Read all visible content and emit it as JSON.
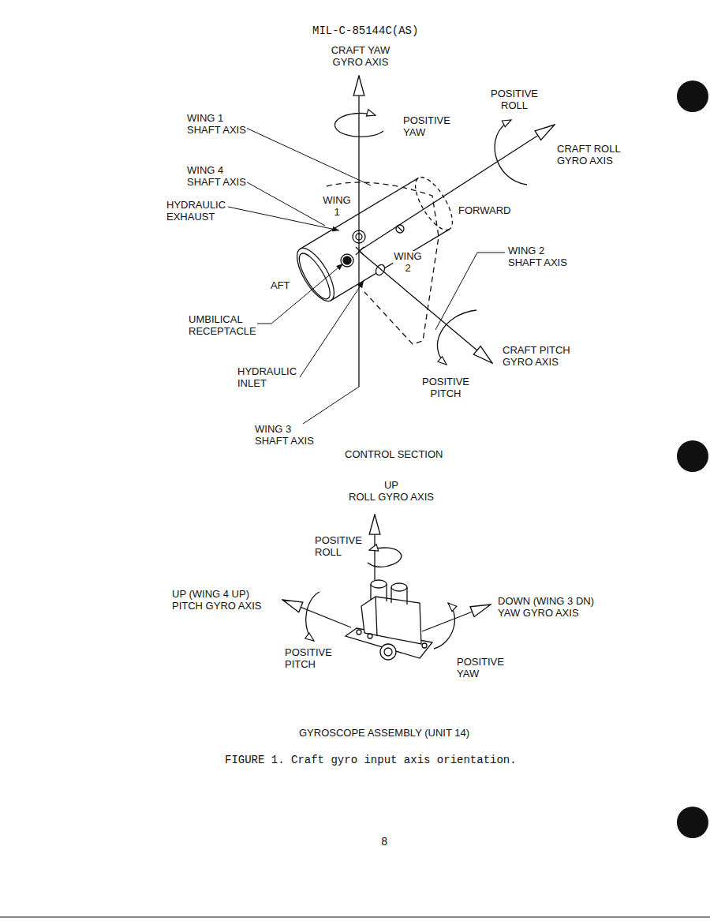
{
  "diagram": {
    "caption": "FIGURE 1. Craft gyro input axis orientation.",
    "labels": [
      "MIL-C-85144C(AS)",
      "CRAFT YAW GYRO AXIS",
      "POSITIVE YAW",
      "POSITIVE ROLL",
      "CRAFT ROLL GYRO AXIS",
      "WING 1 SHAFT AXIS",
      "WING 4 SHAFT AXIS",
      "HYDRAULIC EXHAUST",
      "WING 1",
      "FORWARD",
      "WING 2 SHAFT AXIS",
      "WING 2",
      "AFT",
      "UMBILICAL RECEPTACLE",
      "HYDRAULIC INLET",
      "CRAFT PITCH GYRO AXIS",
      "POSITIVE PITCH",
      "WING 3 SHAFT AXIS",
      "CONTROL SECTION",
      "UP ROLL GYRO AXIS",
      "POSITIVE ROLL",
      "UP (WING 4 UP) PITCH GYRO AXIS",
      "DOWN (WING 3 DN) YAW GYRO AXIS",
      "POSITIVE PITCH",
      "POSITIVE YAW",
      "GYROSCOPE ASSEMBLY (UNIT 14)",
      "8"
    ]
  }
}
